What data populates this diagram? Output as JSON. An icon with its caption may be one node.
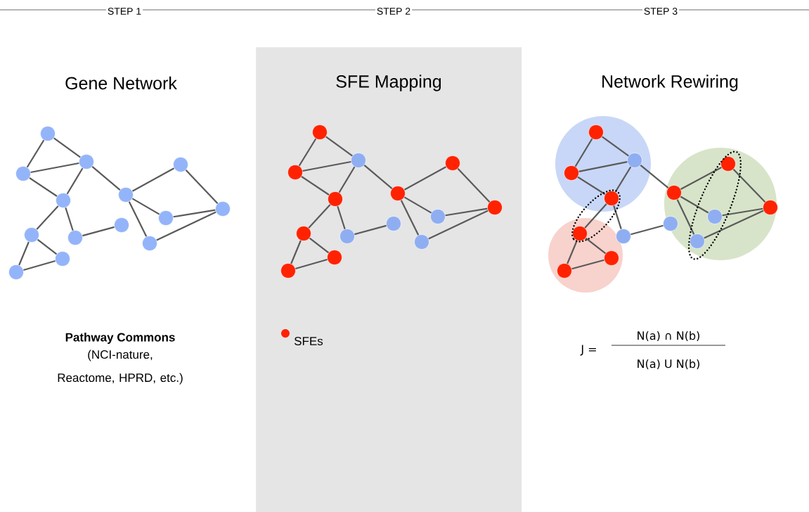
{
  "diagram": {
    "nodes": [
      {
        "text": [
          "SFE Mapping"
        ]
      },
      {
        "text": [],
        "shape": "circle"
      },
      {
        "text": [],
        "shape": "circle"
      },
      {
        "text": [],
        "shape": "circle"
      },
      {
        "text": [],
        "shape": "circle"
      },
      {
        "text": [],
        "shape": "circle"
      },
      {
        "text": [],
        "shape": "circle"
      },
      {
        "text": [],
        "shape": "circle"
      },
      {
        "text": [],
        "shape": "circle"
      },
      {
        "text": [],
        "shape": "circle"
      },
      {
        "text": [],
        "shape": "circle"
      },
      {
        "text": [],
        "shape": "circle"
      },
      {
        "text": [],
        "shape": "circle"
      },
      {
        "text": [],
        "shape": "circle"
      },
      {
        "text": [],
        "shape": "circle"
      },
      {
        "text": [],
        "shape": "circle",
        "in": 0
      },
      {
        "text": [],
        "shape": "circle",
        "in": 0
      },
      {
        "text": [],
        "shape": "circle",
        "in": 0
      },
      {
        "text": [],
        "shape": "circle",
        "in": 0
      },
      {
        "text": [],
        "shape": "circle",
        "in": 0
      },
      {
        "text": [],
        "shape": "circle",
        "in": 0
      },
      {
        "text": [],
        "shape": "circle",
        "in": 0
      },
      {
        "text": [],
        "shape": "circle",
        "in": 0
      },
      {
        "text": [],
        "shape": "circle",
        "in": 0
      },
      {
        "text": [],
        "shape": "circle",
        "in": 0
      },
      {
        "text": [],
        "shape": "circle",
        "in": 0
      },
      {
        "text": [],
        "shape": "circle",
        "in": 0
      },
      {
        "text": [],
        "shape": "circle",
        "in": 0
      },
      {
        "text": [],
        "shape": "circle",
        "in": 0
      },
      {
        "text": [],
        "shape": "circle"
      },
      {
        "text": [],
        "shape": "circle"
      },
      {
        "text": [],
        "shape": "circle"
      },
      {
        "text": [],
        "shape": "circle"
      },
      {
        "text": [],
        "shape": "circle"
      },
      {
        "text": [],
        "shape": "circle"
      },
      {
        "text": [],
        "shape": "circle"
      },
      {
        "text": [],
        "shape": "circle"
      },
      {
        "text": [],
        "shape": "circle"
      },
      {
        "text": [],
        "shape": "circle"
      },
      {
        "text": [],
        "shape": "circle"
      },
      {
        "text": [],
        "shape": "circle"
      },
      {
        "text": [],
        "shape": "circle"
      },
      {
        "text": [],
        "shape": "circle"
      }
    ],
    "edges": [
      {
        "from": 1,
        "to": 2,
        "arrow": "none"
      },
      {
        "from": 1,
        "to": 3,
        "arrow": "none"
      },
      {
        "from": 3,
        "to": 2,
        "arrow": "none"
      },
      {
        "from": 3,
        "to": 4,
        "arrow": "none"
      },
      {
        "from": 2,
        "to": 4,
        "arrow": "none"
      },
      {
        "from": 2,
        "to": 5,
        "arrow": "none"
      },
      {
        "from": 5,
        "to": 6,
        "arrow": "none"
      },
      {
        "from": 6,
        "to": 7,
        "arrow": "none"
      },
      {
        "from": 5,
        "to": 8,
        "arrow": "none"
      },
      {
        "from": 8,
        "to": 7,
        "arrow": "none"
      },
      {
        "from": 5,
        "to": 14,
        "arrow": "none"
      },
      {
        "from": 14,
        "to": 7,
        "arrow": "none"
      },
      {
        "from": 4,
        "to": 11,
        "arrow": "none"
      },
      {
        "from": 4,
        "to": 10,
        "arrow": "none"
      },
      {
        "from": 10,
        "to": 9,
        "arrow": "none"
      },
      {
        "from": 11,
        "to": 12,
        "arrow": "none"
      },
      {
        "from": 11,
        "to": 13,
        "arrow": "none"
      },
      {
        "from": 13,
        "to": 12,
        "arrow": "none"
      },
      {
        "from": 15,
        "to": 16,
        "arrow": "none"
      },
      {
        "from": 15,
        "to": 17,
        "arrow": "none"
      },
      {
        "from": 17,
        "to": 16,
        "arrow": "none"
      },
      {
        "from": 17,
        "to": 18,
        "arrow": "none"
      },
      {
        "from": 16,
        "to": 18,
        "arrow": "none"
      },
      {
        "from": 16,
        "to": 19,
        "arrow": "none"
      },
      {
        "from": 19,
        "to": 20,
        "arrow": "none"
      },
      {
        "from": 20,
        "to": 21,
        "arrow": "none"
      },
      {
        "from": 19,
        "to": 22,
        "arrow": "none"
      },
      {
        "from": 22,
        "to": 21,
        "arrow": "none"
      },
      {
        "from": 19,
        "to": 28,
        "arrow": "none"
      },
      {
        "from": 28,
        "to": 21,
        "arrow": "none"
      },
      {
        "from": 18,
        "to": 25,
        "arrow": "none"
      },
      {
        "from": 18,
        "to": 24,
        "arrow": "none"
      },
      {
        "from": 24,
        "to": 23,
        "arrow": "none"
      },
      {
        "from": 25,
        "to": 26,
        "arrow": "none"
      },
      {
        "from": 25,
        "to": 27,
        "arrow": "none"
      },
      {
        "from": 27,
        "to": 26,
        "arrow": "none"
      },
      {
        "from": 29,
        "to": 30,
        "arrow": "none"
      },
      {
        "from": 29,
        "to": 31,
        "arrow": "none"
      },
      {
        "from": 31,
        "to": 30,
        "arrow": "none"
      },
      {
        "from": 31,
        "to": 32,
        "arrow": "none"
      },
      {
        "from": 30,
        "to": 32,
        "arrow": "none"
      },
      {
        "from": 30,
        "to": 33,
        "arrow": "none"
      },
      {
        "from": 33,
        "to": 34,
        "arrow": "none"
      },
      {
        "from": 34,
        "to": 35,
        "arrow": "none"
      },
      {
        "from": 33,
        "to": 36,
        "arrow": "none"
      },
      {
        "from": 36,
        "to": 35,
        "arrow": "none"
      },
      {
        "from": 33,
        "to": 42,
        "arrow": "none"
      },
      {
        "from": 42,
        "to": 35,
        "arrow": "none"
      },
      {
        "from": 32,
        "to": 39,
        "arrow": "none"
      },
      {
        "from": 32,
        "to": 38,
        "arrow": "none"
      },
      {
        "from": 38,
        "to": 37,
        "arrow": "none"
      },
      {
        "from": 39,
        "to": 40,
        "arrow": "none"
      },
      {
        "from": 39,
        "to": 41,
        "arrow": "none"
      },
      {
        "from": 41,
        "to": 40,
        "arrow": "none"
      }
    ],
    "labels": [
      "STEP 1",
      "STEP 2",
      "STEP 3",
      "Gene Network",
      "Network Rewiring",
      "Pathway Commons",
      "(NCI-nature, Reactome, HPRD, etc.)",
      "J =",
      "N(a)   ∩ N(b)",
      "N(a)   U N(b)"
    ],
    "legend": [
      {
        "text": "SFEs",
        "color": "#ff2200"
      }
    ]
  }
}
